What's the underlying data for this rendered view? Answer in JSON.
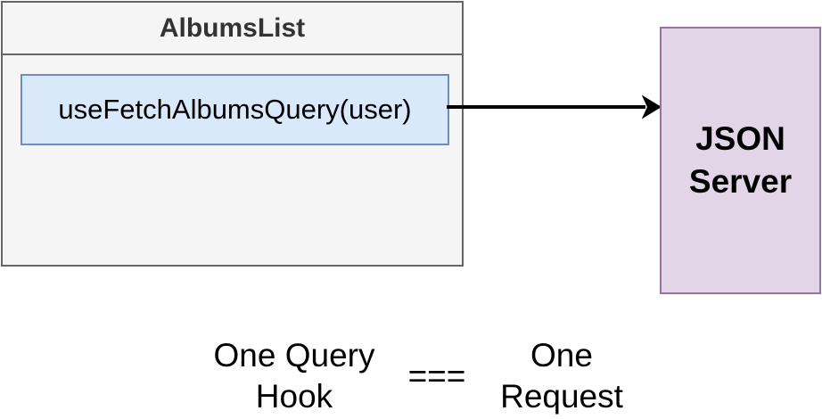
{
  "component": {
    "title": "AlbumsList",
    "hook_label": "useFetchAlbumsQuery(user)"
  },
  "server": {
    "line1": "JSON",
    "line2": "Server"
  },
  "caption": {
    "left_line1": "One Query",
    "left_line2": "Hook",
    "equals": "===",
    "right_line1": "One",
    "right_line2": "Request"
  },
  "colors": {
    "component_fill": "#f5f5f5",
    "component_stroke": "#666666",
    "hook_fill": "#dae8fc",
    "hook_stroke": "#6c8ebf",
    "server_fill": "#e1d5e7",
    "server_stroke": "#9673a6"
  }
}
